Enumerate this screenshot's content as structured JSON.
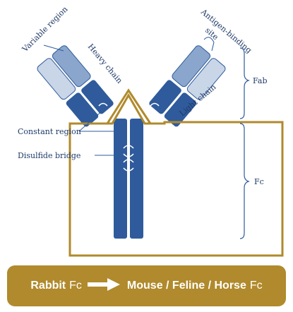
{
  "labels": {
    "variable_region": "Variable region",
    "heavy_chain": "Heavy chain",
    "antigen_binding_line1": "Antigen-binding",
    "antigen_binding_line2": "site",
    "fab": "Fab",
    "light_chain": "Light chain",
    "constant_region": "Constant region",
    "disulfide_bridge": "Disulfide bridge",
    "fc": "Fc"
  },
  "banner": {
    "from_species": "Rabbit",
    "from_suffix": "Fc",
    "to_species": "Mouse / Feline / Horse",
    "to_suffix": "Fc",
    "arrow_icon": "right-arrow-icon"
  },
  "colors": {
    "antibody_dark": "#2f5b9c",
    "antibody_light": "#a9bfdc",
    "label_text": "#1f3a68",
    "highlight_gold": "#b08a2c"
  }
}
